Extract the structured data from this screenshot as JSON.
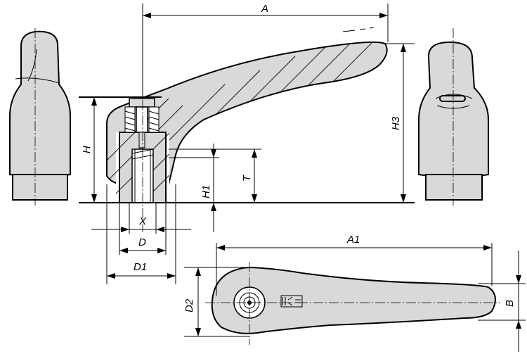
{
  "dimensions": {
    "A": "A",
    "A1": "A1",
    "H": "H",
    "H1": "H1",
    "H3": "H3",
    "T": "T",
    "X": "X",
    "D": "D",
    "D1": "D1",
    "D2": "D2",
    "B": "B"
  },
  "colors": {
    "part_fill": "#d9d9d9",
    "line": "#000000",
    "background": "#ffffff"
  },
  "icons": {
    "brand_logo": "kipp-logo"
  }
}
